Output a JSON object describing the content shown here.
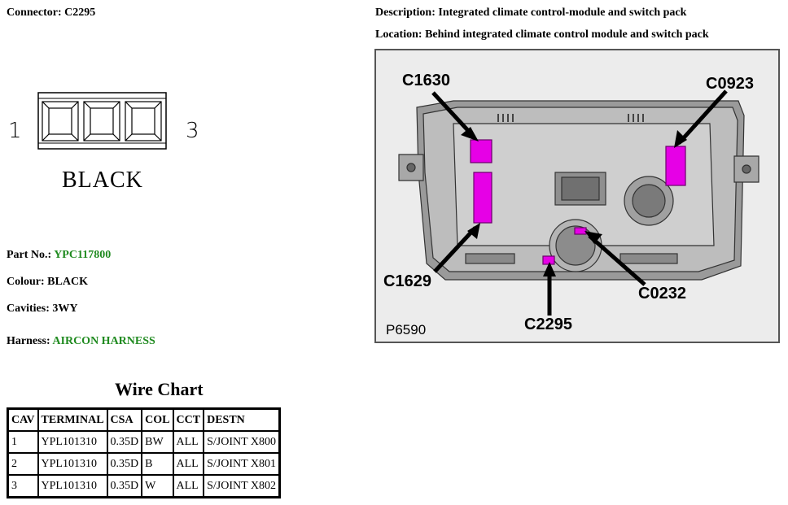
{
  "connector": {
    "label": "Connector:",
    "value": "C2295"
  },
  "description": {
    "label": "Description:",
    "value": "Integrated climate control-module and switch pack"
  },
  "location": {
    "label": "Location:",
    "value": "Behind integrated climate control module and switch pack"
  },
  "diagram": {
    "pin_left": "1",
    "pin_right": "3",
    "colour_text": "BLACK"
  },
  "part_no": {
    "label": "Part No.:",
    "value": "YPC117800"
  },
  "colour": {
    "label": "Colour:",
    "value": "BLACK"
  },
  "cavities": {
    "label": "Cavities:",
    "value": "3WY"
  },
  "harness": {
    "label": "Harness:",
    "value": "AIRCON HARNESS"
  },
  "wire_chart": {
    "title": "Wire Chart",
    "headers": [
      "CAV",
      "TERMINAL",
      "CSA",
      "COL",
      "CCT",
      "DESTN"
    ],
    "rows": [
      [
        "1",
        "YPL101310",
        "0.35D",
        "BW",
        "ALL",
        "S/JOINT X800"
      ],
      [
        "2",
        "YPL101310",
        "0.35D",
        "B",
        "ALL",
        "S/JOINT X801"
      ],
      [
        "3",
        "YPL101310",
        "0.35D",
        "W",
        "ALL",
        "S/JOINT X802"
      ]
    ]
  },
  "figure": {
    "id": "P6590",
    "callouts": {
      "c1630": "C1630",
      "c0923": "C0923",
      "c1629": "C1629",
      "c0232": "C0232",
      "c2295": "C2295"
    },
    "highlight_color": "#e600e6"
  }
}
